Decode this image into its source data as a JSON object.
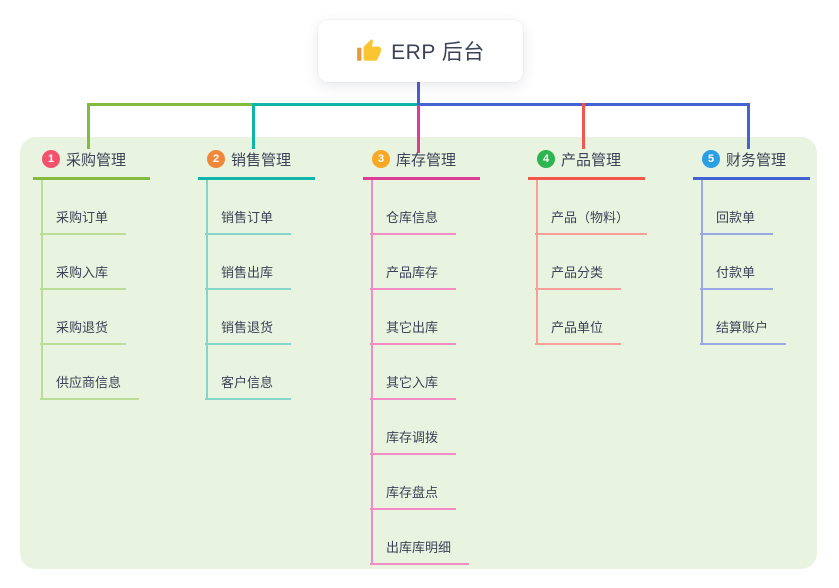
{
  "root": {
    "title": "ERP 后台",
    "icon": "thumbs-up"
  },
  "edges": {
    "root": "#4C5DC9",
    "b1": "#82BB3F",
    "b2": "#0FB5A9",
    "b3": "#DB3D96",
    "b4": "#F2574D",
    "b5": "#4463D2"
  },
  "colors": {
    "canvas_bg": "#E8F4DF",
    "text": "#3C4257",
    "root_card_bg": "#FFFFFF"
  },
  "branches": [
    {
      "badge": "1",
      "label": "采购管理",
      "badge_color": "#F4516C",
      "line_color": "#82BB3F",
      "child_line_color": "#BCDD96",
      "children": [
        "采购订单",
        "采购入库",
        "采购退货",
        "供应商信息"
      ]
    },
    {
      "badge": "2",
      "label": "销售管理",
      "badge_color": "#F0883C",
      "line_color": "#0FB5A9",
      "child_line_color": "#85D5CB",
      "children": [
        "销售订单",
        "销售出库",
        "销售退货",
        "客户信息"
      ]
    },
    {
      "badge": "3",
      "label": "库存管理",
      "badge_color": "#F9A825",
      "line_color": "#DB3D96",
      "child_line_color": "#F18CC5",
      "children": [
        "仓库信息",
        "产品库存",
        "其它出库",
        "其它入库",
        "库存调拨",
        "库存盘点",
        "出库库明细"
      ]
    },
    {
      "badge": "4",
      "label": "产品管理",
      "badge_color": "#2EB450",
      "line_color": "#F2574D",
      "child_line_color": "#F7A09A",
      "children": [
        "产品（物料）",
        "产品分类",
        "产品单位"
      ]
    },
    {
      "badge": "5",
      "label": "财务管理",
      "badge_color": "#2B9FE3",
      "line_color": "#4463D2",
      "child_line_color": "#9AA9E6",
      "children": [
        "回款单",
        "付款单",
        "结算账户"
      ]
    }
  ]
}
